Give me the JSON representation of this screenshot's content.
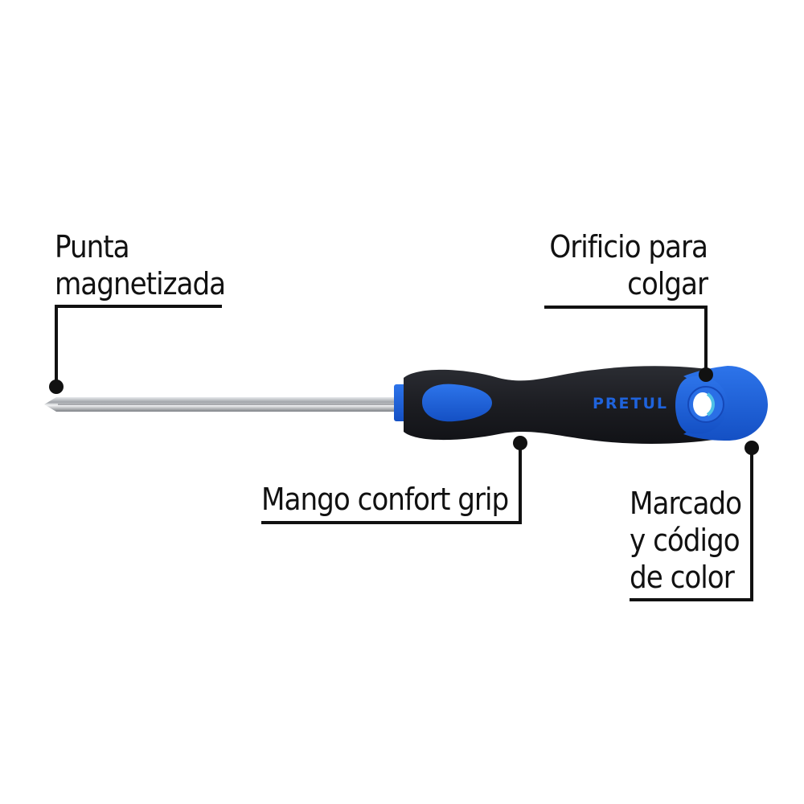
{
  "brand": "PRETUL",
  "colors": {
    "accent_blue": "#1a5fd6",
    "handle_black": "#1e1f24",
    "shaft_steel": "#b9bcc0",
    "text": "#111111"
  },
  "callouts": [
    {
      "id": "tip",
      "lines": [
        "Punta",
        "magnetizada"
      ]
    },
    {
      "id": "hole",
      "lines": [
        "Orificio para",
        "colgar"
      ]
    },
    {
      "id": "grip",
      "lines": [
        "Mango confort grip"
      ]
    },
    {
      "id": "code",
      "lines": [
        "Marcado",
        "y código",
        "de color"
      ]
    }
  ]
}
